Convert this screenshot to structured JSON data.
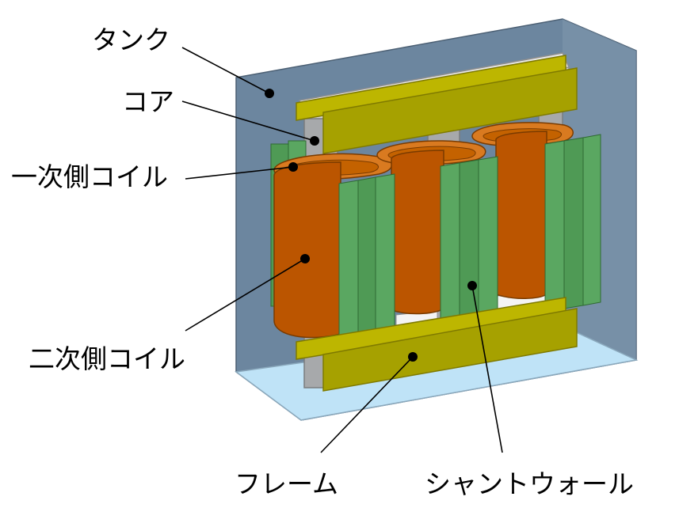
{
  "labels": {
    "tank": "タンク",
    "core": "コア",
    "primary_coil": "一次側コイル",
    "secondary_coil": "二次側コイル",
    "frame": "フレーム",
    "shunt_wall": "シャントウォール"
  },
  "colors": {
    "tank": "#6c869f",
    "tank_floor": "#bfe3f7",
    "core": "#a7a9ab",
    "frame": "#a6a100",
    "secondary_coil": "#bb5500",
    "primary_coil": "#d97a20",
    "shunt_wall": "#4f9a55",
    "leader_line": "#000000"
  }
}
